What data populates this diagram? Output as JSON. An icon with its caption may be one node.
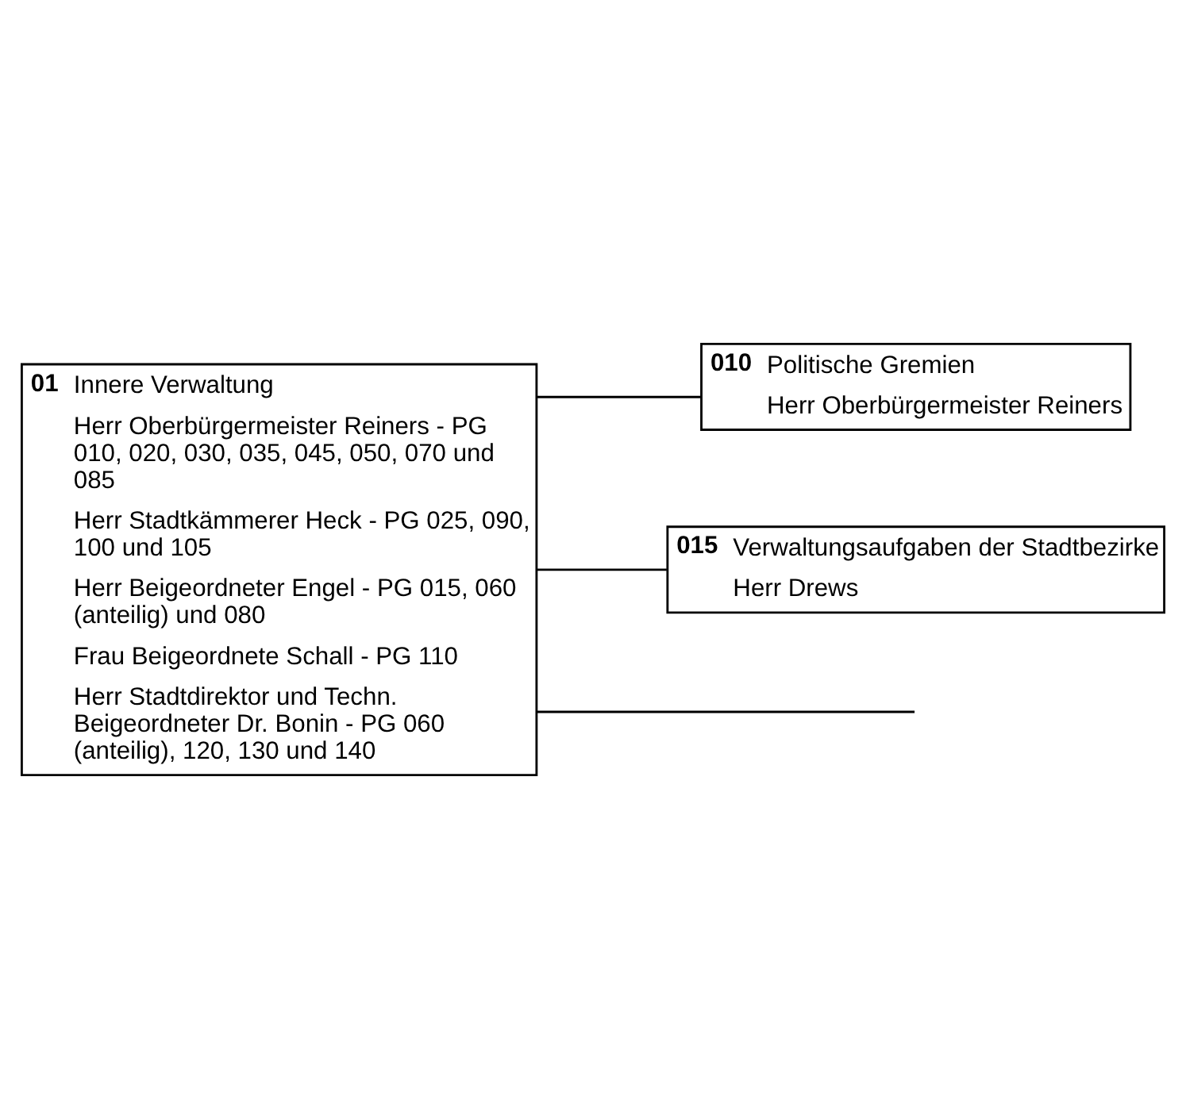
{
  "diagram": {
    "nodes": [
      {
        "text": [
          "01",
          "Innere Verwaltung",
          "Herr Oberbürgermeister Reiners - PG 010, 020, 030, 035, 045, 050, 070 und 085",
          "Herr Stadtkämmerer Heck - PG 025, 090, 100 und 105",
          "Herr Beigeordneter Engel - PG 015, 060 (anteilig) und 080",
          "Frau Beigeordnete Schall - PG 110",
          "Herr Stadtdirektor und Techn. Beigeordneter Dr. Bonin - PG 060 (anteilig), 120, 130 und 140"
        ]
      },
      {
        "text": [
          "010",
          "Politische Gremien",
          "Herr Oberbürgermeister Reiners"
        ]
      },
      {
        "text": [
          "015",
          "Verwaltungsaufgaben der Stadtbezirke",
          "Herr Drews"
        ]
      }
    ],
    "edges": [
      {
        "from": 0,
        "to": 1,
        "arrow": "none"
      },
      {
        "from": 0,
        "to": 2,
        "arrow": "none"
      },
      {
        "from": 0,
        "to": null,
        "arrow": "none"
      }
    ]
  }
}
